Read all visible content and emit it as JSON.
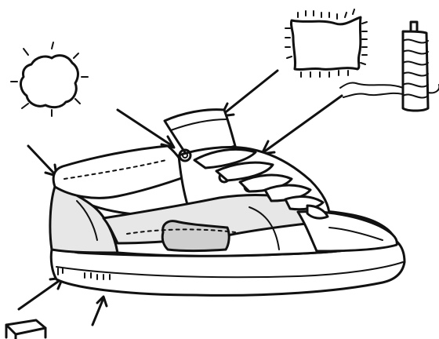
{
  "diagram": {
    "subject": "sneaker-materials-sketch",
    "background_color": "#ffffff",
    "ink_color": "#111111",
    "accent_colors": {
      "shoe_panel": "#e7e7e7",
      "shoe_shadow": "#cfcfcf",
      "rope": "#f1dcc6"
    },
    "callouts": [
      {
        "id": "leather-patch-callout",
        "icon": "spiky-blob-icon"
      },
      {
        "id": "canvas-flag-callout",
        "icon": "fabric-swatch-icon"
      },
      {
        "id": "cord-rope-callout",
        "icon": "rope-icon"
      },
      {
        "id": "eraser-callout",
        "icon": "eraser-icon"
      }
    ]
  }
}
